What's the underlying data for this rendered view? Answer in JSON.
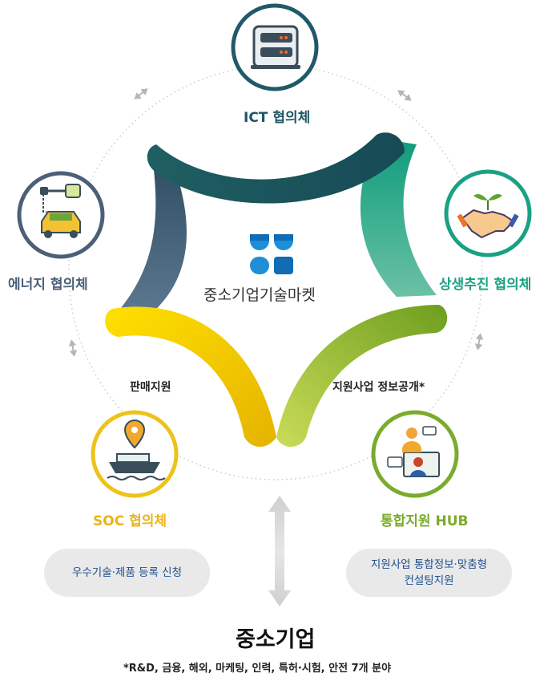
{
  "center": {
    "name": "중소기업기술마켓"
  },
  "nodes": {
    "ict": {
      "label": "ICT 협의체",
      "color": "#1d5566"
    },
    "mutual": {
      "label": "상생추진 협의체",
      "color": "#1aa183"
    },
    "energy": {
      "label": "에너지 협의체",
      "color": "#4b5f76"
    },
    "soc": {
      "label": "SOC 협의체",
      "color": "#eab419"
    },
    "hub": {
      "label": "통합지원 HUB",
      "color": "#7aab2c"
    }
  },
  "edges": {
    "left": "판매지원",
    "right": "지원사업 정보공개*"
  },
  "pills": {
    "left": "우수기술·제품 등록 신청",
    "right_line1": "지원사업 통합정보·맞춤형",
    "right_line2": "컨설팅지원"
  },
  "bottom": {
    "title": "중소기업",
    "footnote": "*R&D, 금융, 해외, 마케팅, 인력, 특허·시험, 안전 7개 분야"
  },
  "icons": [
    "server-icon",
    "handshake-icon",
    "ev-car-icon",
    "ship-location-icon",
    "video-meeting-icon",
    "company-logo-icon"
  ]
}
